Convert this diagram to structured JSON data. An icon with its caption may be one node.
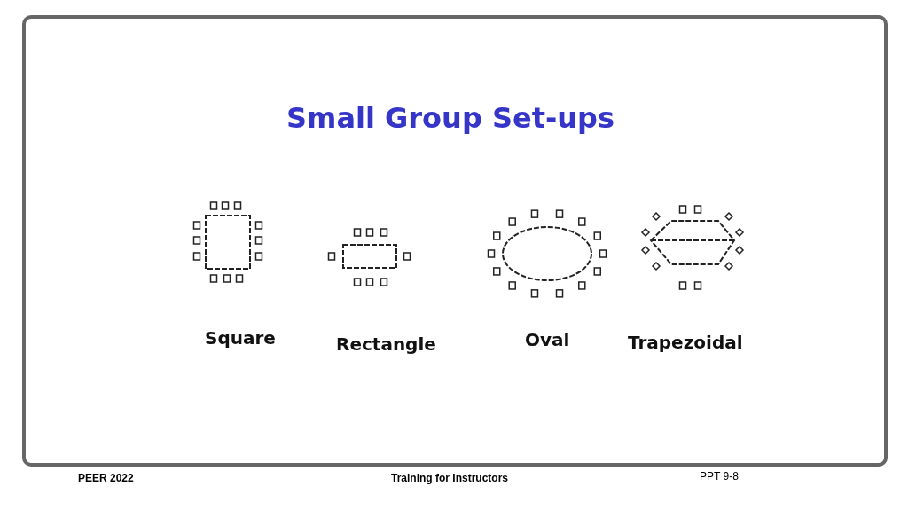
{
  "diagram": {
    "title": "Small Group Set-ups",
    "labels": [
      "Square",
      "Rectangle",
      "Oval",
      "Trapezoidal",
      "PEER 2022",
      "Training for Instructors",
      "PPT 9-8"
    ]
  }
}
